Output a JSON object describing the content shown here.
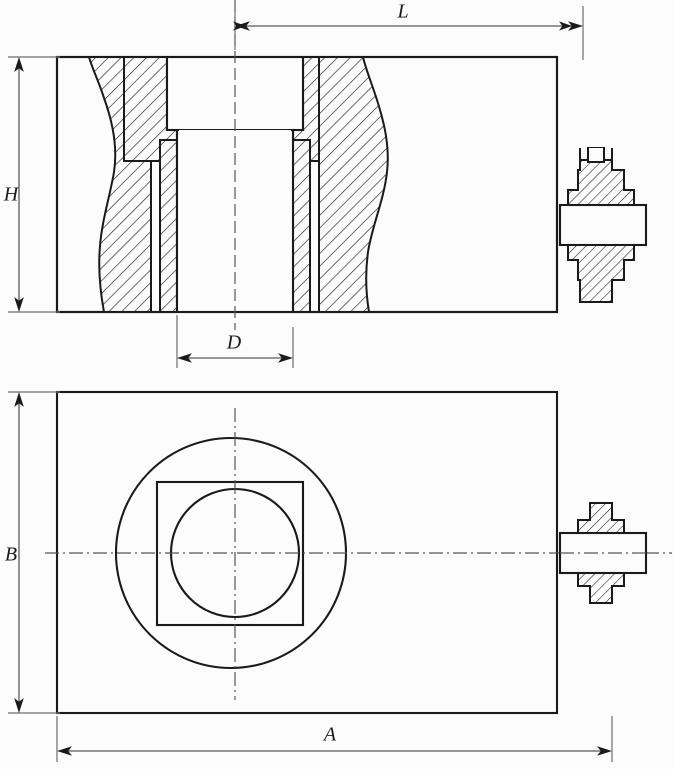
{
  "drawing": {
    "title": "Sectional and plan view engineering drawing",
    "background_color": "#fcfcfc",
    "line_color": "#1a1a1a",
    "dimension_line_color": "#5a5a5a",
    "center_line_color": "#555555"
  },
  "dimensions": {
    "length": {
      "label": "L",
      "view": "section",
      "orientation": "horizontal"
    },
    "height": {
      "label": "H",
      "view": "section",
      "orientation": "vertical"
    },
    "bore": {
      "label": "D",
      "view": "section",
      "orientation": "horizontal"
    },
    "width": {
      "label": "A",
      "view": "plan",
      "orientation": "horizontal"
    },
    "depth": {
      "label": "B",
      "view": "plan",
      "orientation": "vertical"
    }
  },
  "views": {
    "section": {
      "name": "sectional-elevation-view",
      "features": [
        "outer-body-outline",
        "left-hatched-wall",
        "right-hatched-wall",
        "central-bore",
        "counterbore-step",
        "break-line-left",
        "break-line-right",
        "side-fitting-nipple"
      ]
    },
    "plan": {
      "name": "plan-view",
      "features": [
        "outer-body-outline",
        "outer-circle",
        "square-boss",
        "inner-circle-bore",
        "horizontal-center-line",
        "vertical-center-line",
        "side-fitting-nipple"
      ]
    }
  }
}
